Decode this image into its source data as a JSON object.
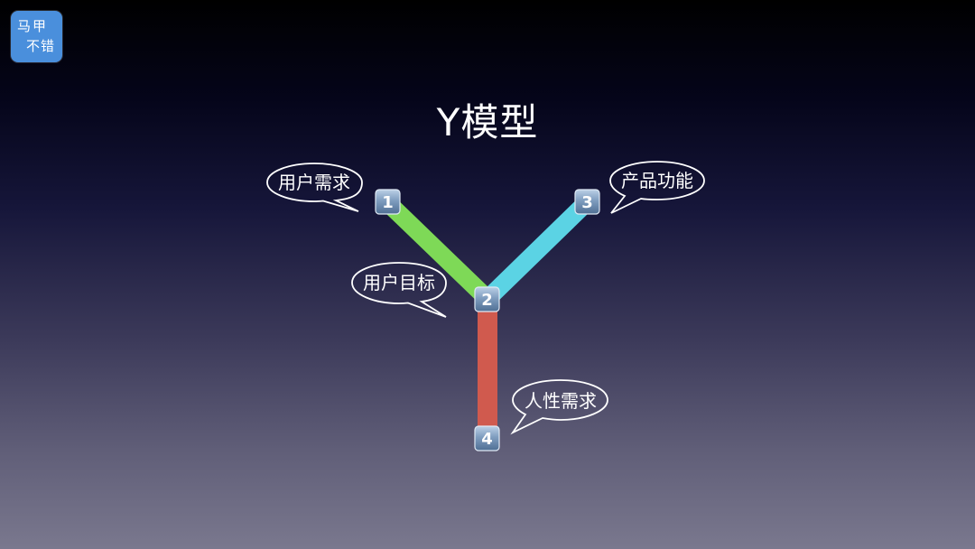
{
  "logo": {
    "line1": "马甲",
    "line2": "不错"
  },
  "slide": {
    "title": "Y模型"
  },
  "diagram": {
    "nodes": [
      {
        "id": "1",
        "label": "1"
      },
      {
        "id": "2",
        "label": "2"
      },
      {
        "id": "3",
        "label": "3"
      },
      {
        "id": "4",
        "label": "4"
      }
    ],
    "branches": [
      {
        "from": "1",
        "to": "2",
        "color": "#7ed957"
      },
      {
        "from": "2",
        "to": "3",
        "color": "#5bd3e4"
      },
      {
        "from": "2",
        "to": "4",
        "color": "#d05a4e"
      }
    ],
    "bubbles": [
      {
        "node": "1",
        "text": "用户需求"
      },
      {
        "node": "3",
        "text": "产品功能"
      },
      {
        "node": "2",
        "text": "用户目标"
      },
      {
        "node": "4",
        "text": "人性需求"
      }
    ]
  }
}
